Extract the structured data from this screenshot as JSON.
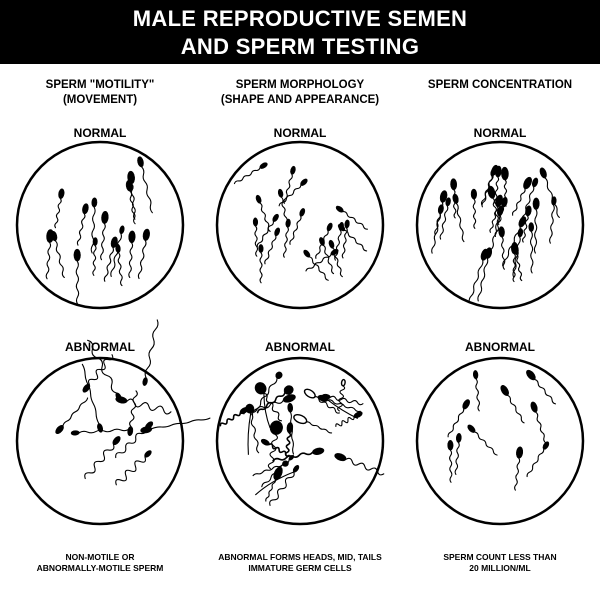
{
  "title": {
    "line1": "MALE REPRODUCTIVE SEMEN",
    "line2": "AND SPERM TESTING"
  },
  "columns": [
    {
      "heading_line1": "SPERM \"MOTILITY\"",
      "heading_line2": "(MOVEMENT)",
      "normal_label": "NORMAL",
      "abnormal_label": "ABNORMAL",
      "caption_line1": "NON-MOTILE OR",
      "caption_line2": "ABNORMALLY-MOTILE SPERM"
    },
    {
      "heading_line1": "SPERM MORPHOLOGY",
      "heading_line2": "(SHAPE AND APPEARANCE)",
      "normal_label": "NORMAL",
      "abnormal_label": "ABNORMAL",
      "caption_line1": "ABNORMAL FORMS HEADS, MID, TAILS",
      "caption_line2": "IMMATURE GERM CELLS"
    },
    {
      "heading_line1": "SPERM CONCENTRATION",
      "heading_line2": "",
      "normal_label": "NORMAL",
      "abnormal_label": "ABNORMAL",
      "caption_line1": "SPERM COUNT LESS THAN",
      "caption_line2": "20 MILLION/ML"
    }
  ],
  "colors": {
    "ink": "#000000",
    "background": "#ffffff",
    "title_text": "#ffffff"
  },
  "icons": [
    "sperm-cell-icon",
    "microscope-field-circle"
  ]
}
